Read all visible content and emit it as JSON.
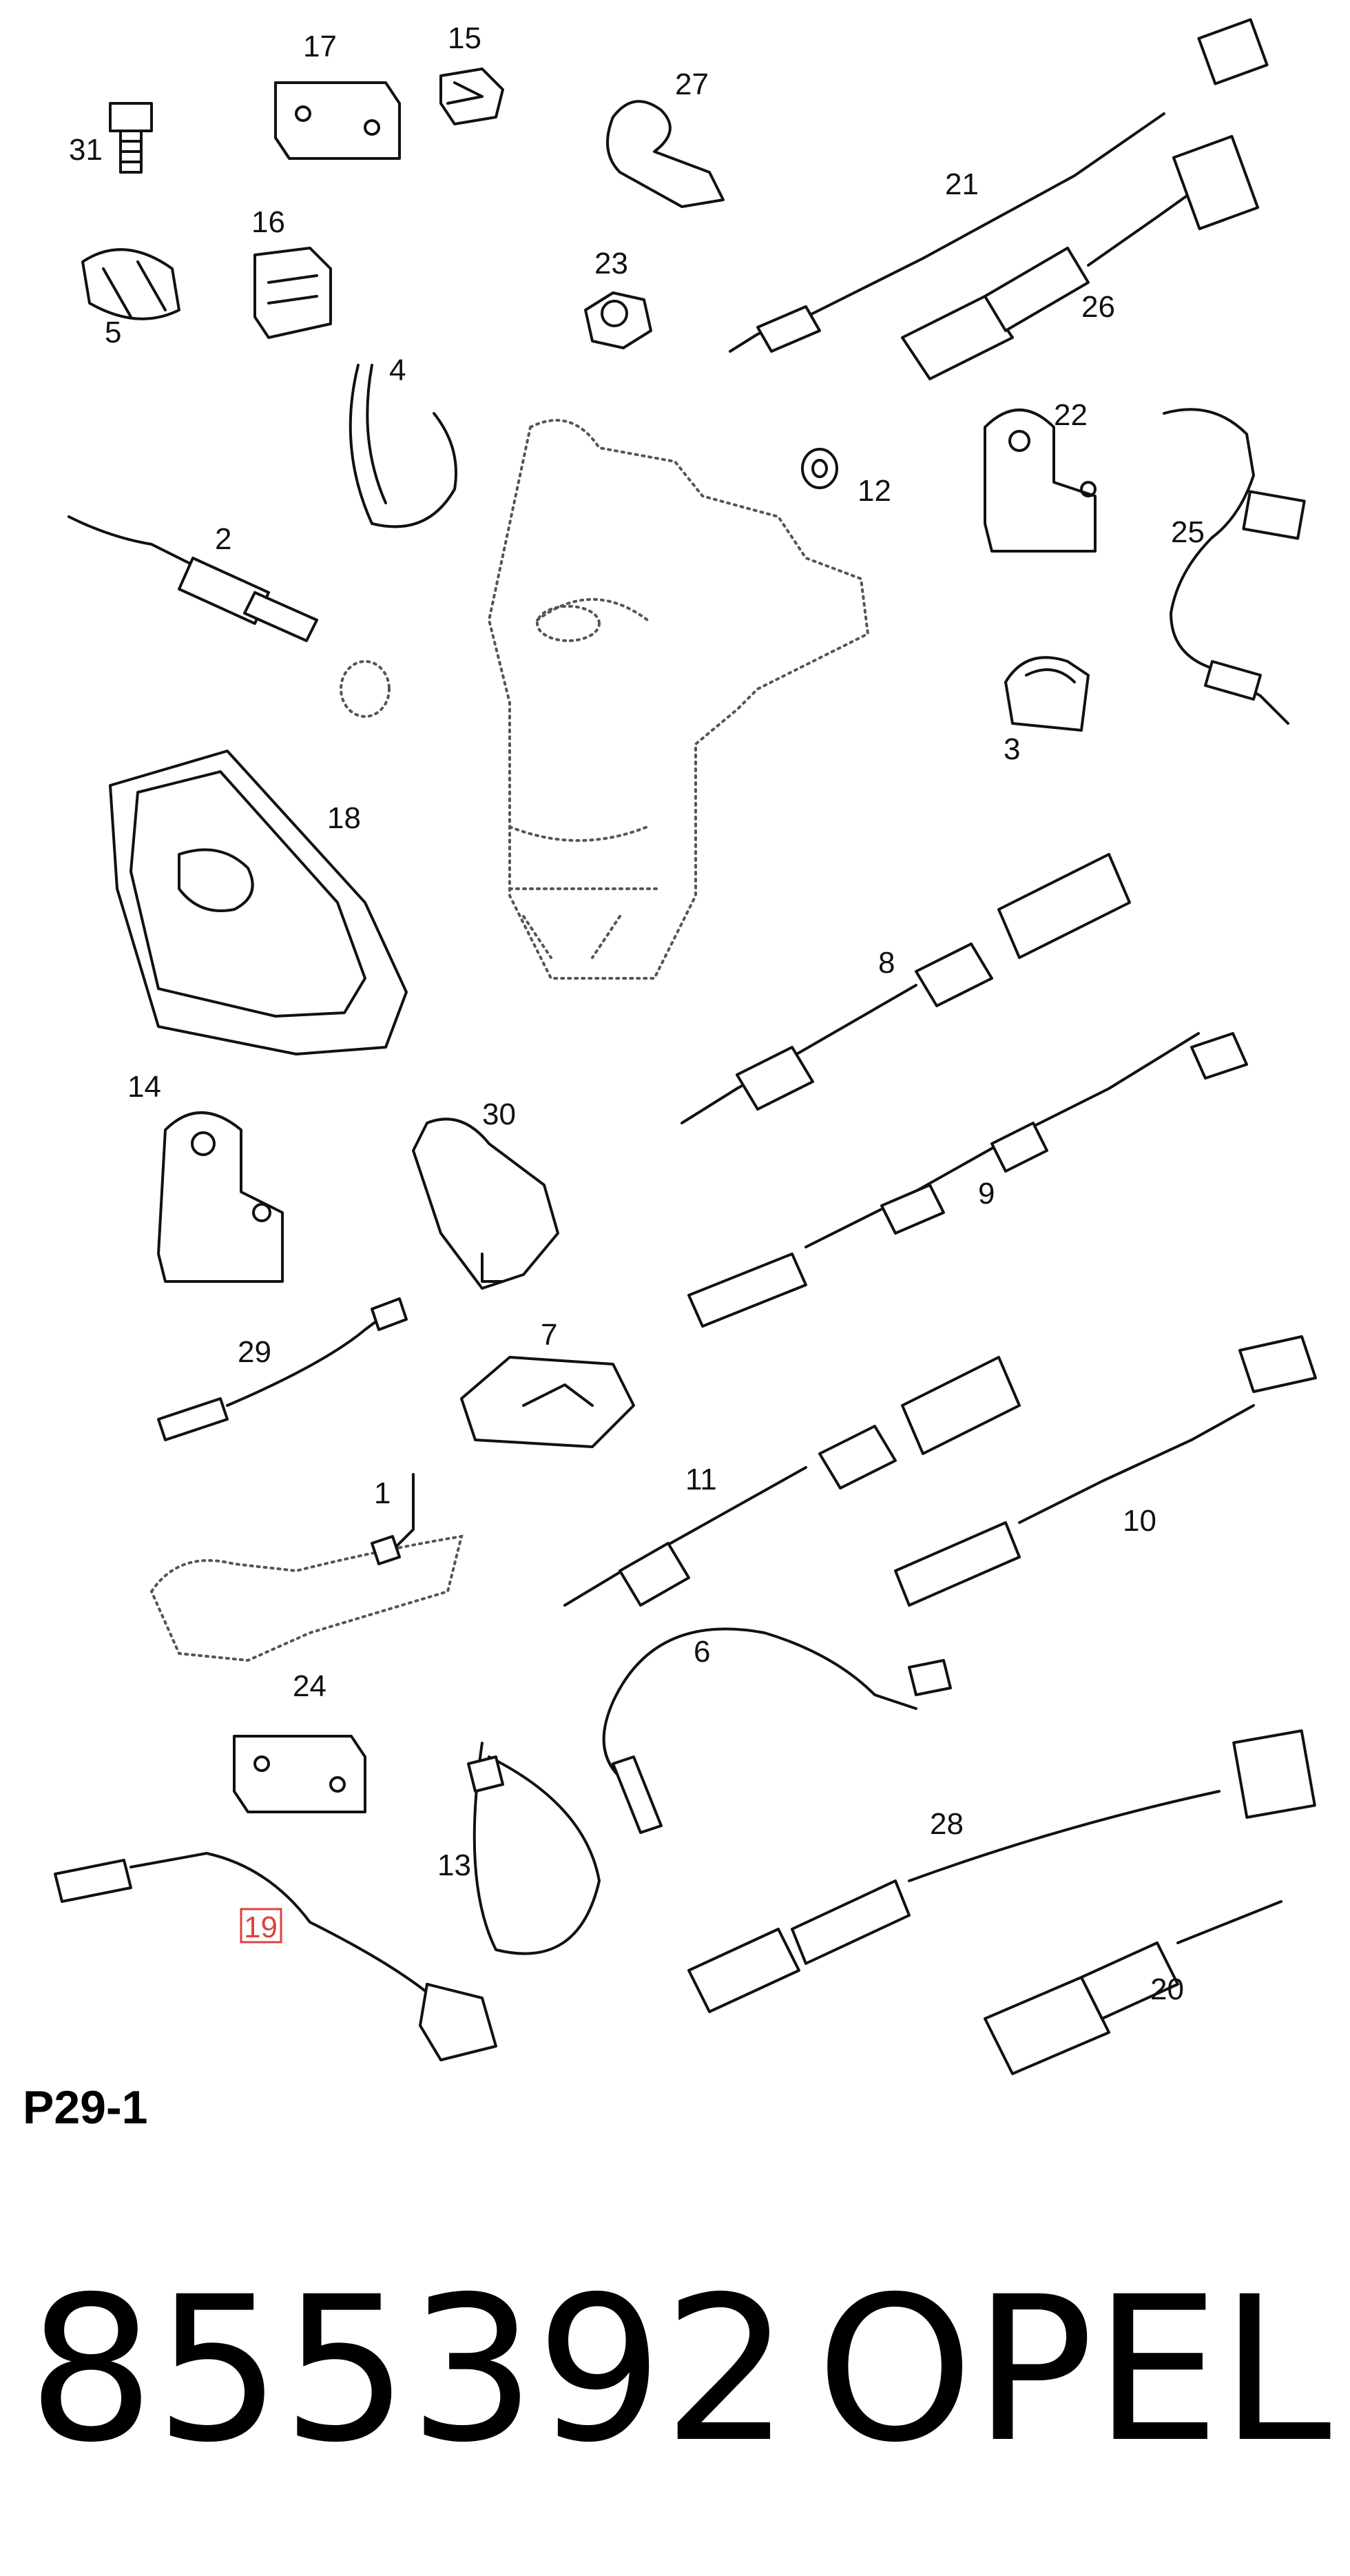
{
  "diagram_code": "P29-1",
  "part_number": "855392",
  "brand": "OPEL",
  "highlighted_label": "19",
  "highlight_color": "#e04040",
  "labels": [
    "31",
    "17",
    "15",
    "27",
    "21",
    "5",
    "16",
    "23",
    "26",
    "4",
    "12",
    "22",
    "2",
    "25",
    "3",
    "18",
    "8",
    "14",
    "30",
    "9",
    "29",
    "7",
    "1",
    "11",
    "10",
    "6",
    "24",
    "28",
    "13",
    "19",
    "20"
  ]
}
